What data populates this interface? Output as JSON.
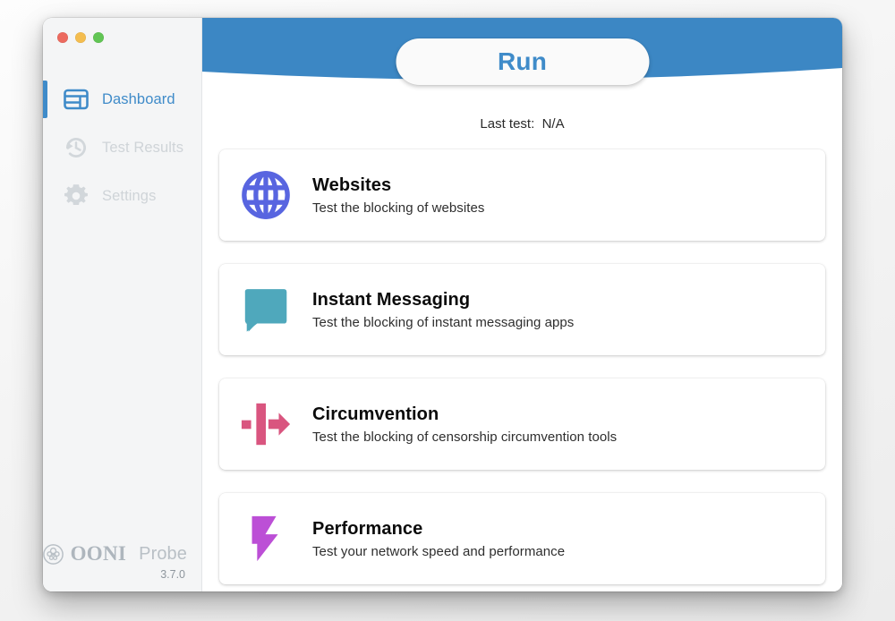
{
  "window": {
    "traffic_lights": [
      {
        "name": "close",
        "color": "#ec6a5f"
      },
      {
        "name": "minimize",
        "color": "#f4bd4f"
      },
      {
        "name": "zoom",
        "color": "#61c554"
      }
    ]
  },
  "sidebar": {
    "items": [
      {
        "label": "Dashboard",
        "icon": "dashboard-icon",
        "active": true
      },
      {
        "label": "Test Results",
        "icon": "history-clock-icon",
        "active": false
      },
      {
        "label": "Settings",
        "icon": "gear-icon",
        "active": false
      }
    ],
    "footer": {
      "brand": "OONI",
      "product": "Probe",
      "version": "3.7.0"
    }
  },
  "header": {
    "run_label": "Run",
    "last_test_label": "Last test:  N/A",
    "banner_color": "#3c87c4",
    "accent_color": "#3f8bc9"
  },
  "cards": [
    {
      "title": "Websites",
      "subtitle": "Test the blocking of websites",
      "icon": "globe-icon",
      "color": "#5865e0"
    },
    {
      "title": "Instant Messaging",
      "subtitle": "Test the blocking of instant messaging apps",
      "icon": "speech-bubble-icon",
      "color": "#4fa8bc"
    },
    {
      "title": "Circumvention",
      "subtitle": "Test the blocking of censorship circumvention tools",
      "icon": "circumvention-arrow-icon",
      "color": "#d9557f"
    },
    {
      "title": "Performance",
      "subtitle": "Test your network speed and performance",
      "icon": "lightning-bolt-icon",
      "color": "#bc4fd6"
    }
  ]
}
